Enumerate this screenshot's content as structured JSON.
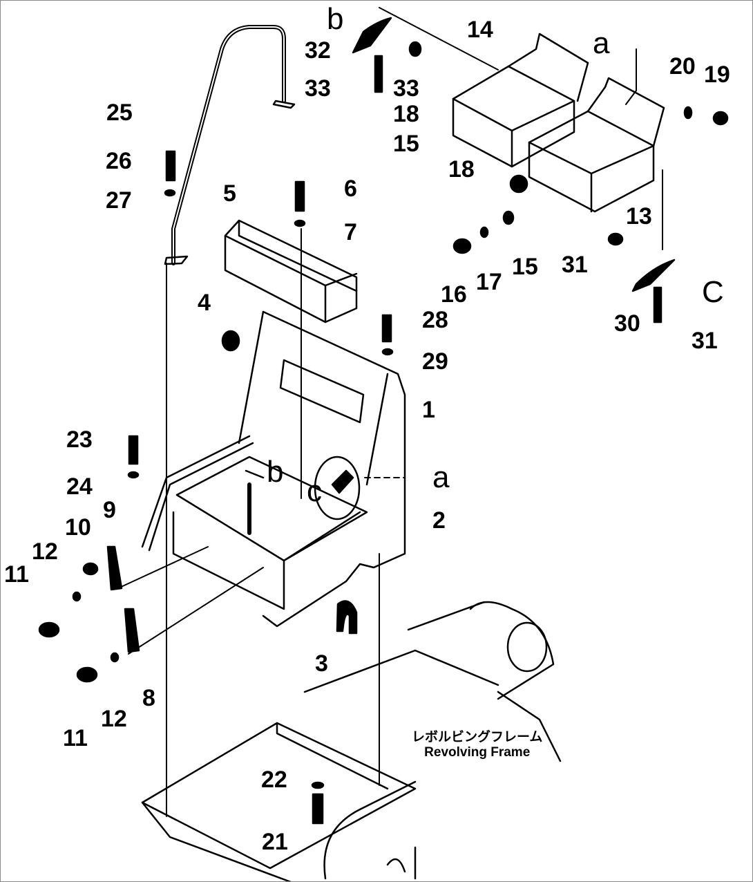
{
  "diagram": {
    "type": "exploded-parts-diagram",
    "subject": "Operator seat stand / console assembly",
    "part_numbers": [
      "1",
      "2",
      "3",
      "4",
      "5",
      "6",
      "7",
      "8",
      "9",
      "10",
      "11",
      "11",
      "12",
      "12",
      "13",
      "14",
      "15",
      "15",
      "16",
      "17",
      "18",
      "18",
      "19",
      "20",
      "21",
      "22",
      "23",
      "24",
      "25",
      "26",
      "27",
      "28",
      "29",
      "30",
      "31",
      "31",
      "32",
      "33",
      "33"
    ],
    "reference_letters": [
      "a",
      "a",
      "b",
      "b",
      "C",
      "c"
    ],
    "note": {
      "japanese": "レボルビングフレーム",
      "english": "Revolving Frame"
    }
  },
  "labels": {
    "l1": "1",
    "l2": "2",
    "l3": "3",
    "l4": "4",
    "l5": "5",
    "l6": "6",
    "l7": "7",
    "l8": "8",
    "l9": "9",
    "l10": "10",
    "l11a": "11",
    "l11b": "11",
    "l12a": "12",
    "l12b": "12",
    "l13": "13",
    "l14": "14",
    "l15a": "15",
    "l15b": "15",
    "l16": "16",
    "l17": "17",
    "l18a": "18",
    "l18b": "18",
    "l19": "19",
    "l20": "20",
    "l21": "21",
    "l22": "22",
    "l23": "23",
    "l24": "24",
    "l25": "25",
    "l26": "26",
    "l27": "27",
    "l28": "28",
    "l29": "29",
    "l30": "30",
    "l31a": "31",
    "l31b": "31",
    "l32": "32",
    "l33a": "33",
    "l33b": "33",
    "ra_top": "a",
    "ra_mid": "a",
    "rb_top": "b",
    "rb_mid": "b",
    "rc_right": "C",
    "rc_mid": "c"
  }
}
